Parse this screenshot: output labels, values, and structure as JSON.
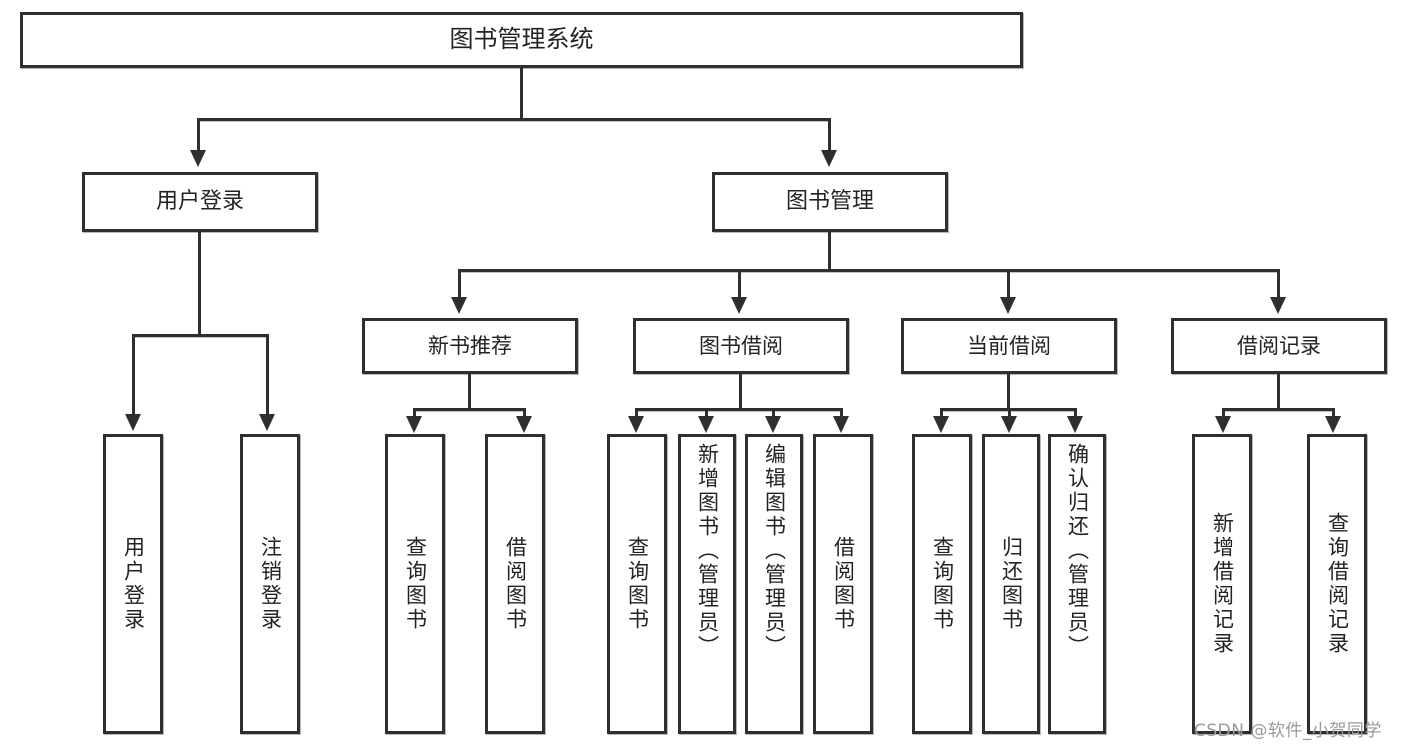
{
  "diagram": {
    "title": "图书管理系统",
    "type": "hierarchy-tree",
    "root": {
      "label": "图书管理系统"
    },
    "level1": [
      {
        "label": "用户登录"
      },
      {
        "label": "图书管理"
      }
    ],
    "level2": [
      {
        "label": "新书推荐"
      },
      {
        "label": "图书借阅"
      },
      {
        "label": "当前借阅"
      },
      {
        "label": "借阅记录"
      }
    ],
    "leaves": {
      "user_login": [
        {
          "label": "用户登录"
        },
        {
          "label": "注销登录"
        }
      ],
      "new_book_recommend": [
        {
          "label": "查询图书"
        },
        {
          "label": "借阅图书"
        }
      ],
      "book_borrow": [
        {
          "label": "查询图书"
        },
        {
          "label": "新增图书（管理员）"
        },
        {
          "label": "编辑图书（管理员）"
        },
        {
          "label": "借阅图书"
        }
      ],
      "current_borrow": [
        {
          "label": "查询图书"
        },
        {
          "label": "归还图书"
        },
        {
          "label": "确认归还（管理员）"
        }
      ],
      "borrow_record": [
        {
          "label": "新增借阅记录"
        },
        {
          "label": "查询借阅记录"
        }
      ]
    }
  },
  "watermark": {
    "text": "CSDN @软件_小贺同学"
  },
  "colors": {
    "border": "#2f2f2f",
    "text": "#232323",
    "background": "#ffffff",
    "watermark": "#9a9a9a"
  }
}
